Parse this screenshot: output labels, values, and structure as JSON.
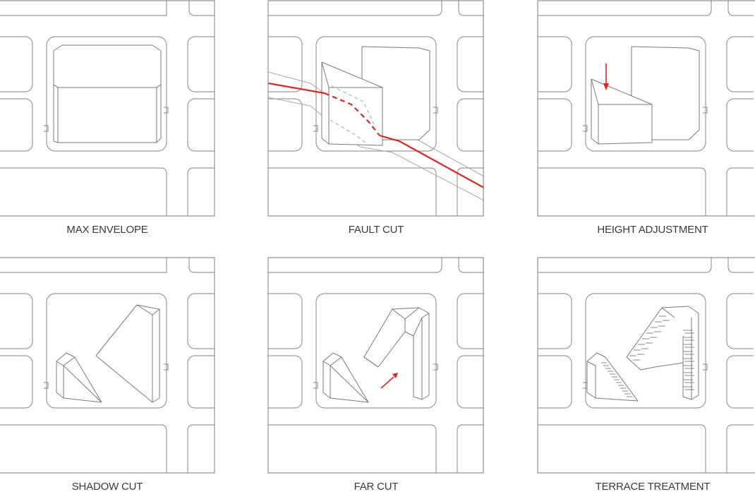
{
  "panels": [
    {
      "caption": "MAX ENVELOPE"
    },
    {
      "caption": "FAULT CUT"
    },
    {
      "caption": "HEIGHT ADJUSTMENT"
    },
    {
      "caption": "SHADOW CUT"
    },
    {
      "caption": "FAR CUT"
    },
    {
      "caption": "TERRACE TREATMENT"
    }
  ],
  "colors": {
    "line": "#8f8f8f",
    "accent": "#e32322",
    "text": "#3a3a3a"
  }
}
